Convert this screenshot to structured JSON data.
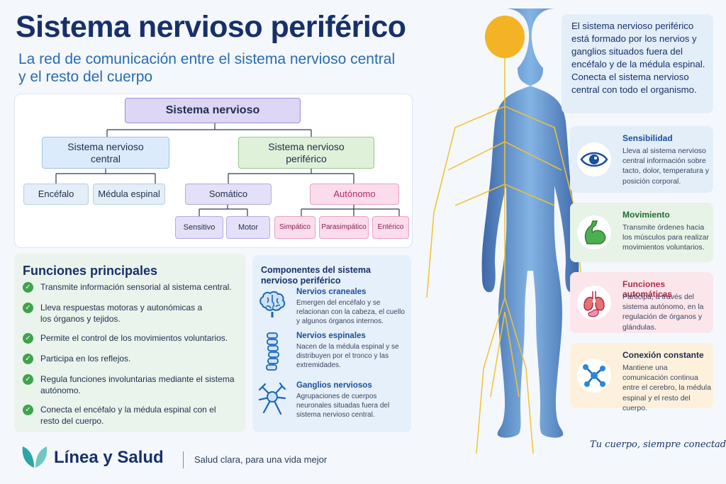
{
  "header": {
    "title": "Sistema nervioso periférico",
    "subtitle_line1": "La red de comunicación entre el sistema nervioso central",
    "subtitle_line2": "y el resto del cuerpo"
  },
  "tree": {
    "root": "Sistema nervioso",
    "central": "Sistema nervioso central",
    "peripheral": "Sistema nervioso periférico",
    "central_children": [
      "Encéfalo",
      "Médula espinal"
    ],
    "somatic": "Somático",
    "autonomic": "Autónomo",
    "somatic_children": [
      "Sensitivo",
      "Motor"
    ],
    "autonomic_children": [
      "Simpático",
      "Parasimpático",
      "Entérico"
    ]
  },
  "functions": {
    "title": "Funciones principales",
    "items": [
      "Transmite información sensorial al sistema central.",
      "Lleva respuestas motoras y autonómicas a los órganos y tejidos.",
      "Permite el control de los movimientos voluntarios.",
      "Participa en los reflejos.",
      "Regula funciones involuntarias mediante el sistema autónomo.",
      "Conecta el encéfalo y la médula espinal con el resto del cuerpo."
    ]
  },
  "components": {
    "title": "Componentes del sistema nervioso periférico",
    "items": [
      {
        "title": "Nervios craneales",
        "desc": "Emergen del encéfalo y se relacionan con la cabeza, el cuello y algunos órganos internos.",
        "icon": "brain-icon"
      },
      {
        "title": "Nervios espinales",
        "desc": "Nacen de la médula espinal y se distribuyen por el tronco y las extremidades.",
        "icon": "spine-icon"
      },
      {
        "title": "Ganglios nerviosos",
        "desc": "Agrupaciones de cuerpos neuronales situadas fuera del sistema nervioso central.",
        "icon": "neuron-icon"
      }
    ]
  },
  "intro": "El sistema nervioso periférico está formado por los nervios y ganglios situados fuera del encéfalo y de la médula espinal. Conecta el sistema nervioso central con todo el organismo.",
  "cards": [
    {
      "title": "Sensibilidad",
      "desc": "Lleva al sistema nervioso central información sobre tacto, dolor, temperatura y posición corporal.",
      "icon": "eye-icon",
      "color": "#1a4fa0",
      "bg": "#e3eef9"
    },
    {
      "title": "Movimiento",
      "desc": "Transmite órdenes hacia los músculos para realizar movimientos voluntarios.",
      "icon": "muscle-icon",
      "color": "#1f6b2e",
      "bg": "#e6f3e6"
    },
    {
      "title": "Funciones automáticas",
      "desc": "Participa, a través del sistema autónomo, en la regulación de órganos y glándulas.",
      "icon": "organs-icon",
      "color": "#b02a4a",
      "bg": "#fbe6ec"
    },
    {
      "title": "Conexión constante",
      "desc": "Mantiene una comunicación continua entre el cerebro, la médula espinal y el resto del cuerpo.",
      "icon": "network-icon",
      "color": "#1f2d4d",
      "bg": "#fdf1dd"
    }
  ],
  "footer": {
    "brand": "Línea y Salud",
    "slogan": "Salud clara, para una vida mejor",
    "tagline": "Tu cuerpo, siempre conectado"
  },
  "colors": {
    "navy": "#17306b",
    "blue": "#2a6bb0",
    "green": "#3ea34b",
    "nerve": "#f2b21b"
  }
}
